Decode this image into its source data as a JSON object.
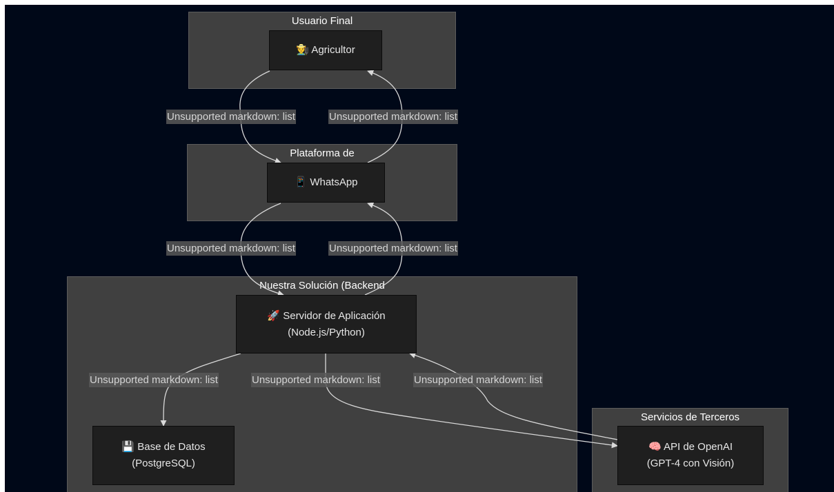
{
  "clusters": {
    "usuario": {
      "title": "Usuario Final"
    },
    "plataforma": {
      "title": "Plataforma de"
    },
    "backend": {
      "title": "Nuestra Solución (Backend"
    },
    "terceros": {
      "title": "Servicios de Terceros"
    }
  },
  "nodes": {
    "agricultor": {
      "icon": "👨‍🌾",
      "icon_name": "farmer-icon",
      "label": "Agricultor"
    },
    "whatsapp": {
      "icon": "📱",
      "icon_name": "mobile-phone-icon",
      "label": "WhatsApp"
    },
    "servidor": {
      "icon": "🚀",
      "icon_name": "rocket-icon",
      "label": "Servidor de Aplicación",
      "sublabel": "(Node.js/Python)"
    },
    "base_datos": {
      "icon": "💾",
      "icon_name": "floppy-disk-icon",
      "label": "Base de Datos",
      "sublabel": "(PostgreSQL)"
    },
    "openai": {
      "icon": "🧠",
      "icon_name": "brain-icon",
      "label": "API de OpenAI",
      "sublabel": "(GPT-4 con Visión)"
    }
  },
  "edge_labels": {
    "agricultor_to_whatsapp": "Unsupported markdown: list",
    "whatsapp_to_agricultor": "Unsupported markdown: list",
    "whatsapp_to_servidor": "Unsupported markdown: list",
    "servidor_to_whatsapp": "Unsupported markdown: list",
    "servidor_to_base_datos": "Unsupported markdown: list",
    "servidor_to_openai": "Unsupported markdown: list",
    "openai_to_servidor": "Unsupported markdown: list"
  },
  "colors": {
    "background": "#000818",
    "cluster_fill": "#404040",
    "node_fill": "#1f1f1f",
    "edge_stroke": "#d9d9d9"
  }
}
